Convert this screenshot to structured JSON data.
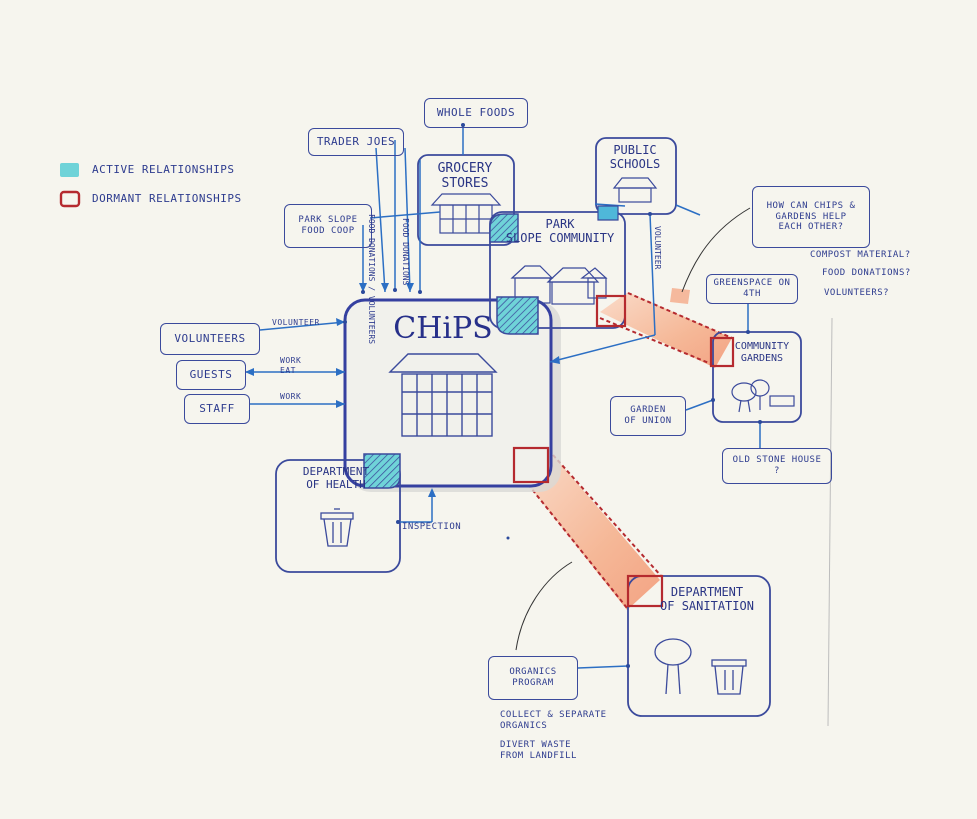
{
  "legend": {
    "active": "Active relationships",
    "dormant": "Dormant relationships",
    "active_color": "#6fd3d8",
    "dormant_color": "#b52a2f"
  },
  "nodes": {
    "chips": "CHiPS",
    "grocery": "Grocery Stores",
    "trader_joes": "Trader Joes",
    "whole_foods": "Whole Foods",
    "park_slope_food_coop": [
      "Park Slope",
      "Food Coop"
    ],
    "park_slope_community": [
      "Park",
      "Slope Community"
    ],
    "public_schools": [
      "Public",
      "Schools"
    ],
    "community_gardens": [
      "Community",
      "Gardens"
    ],
    "greenspace": [
      "Greenspace on",
      "4th"
    ],
    "garden_of_union": [
      "Garden",
      "of Union"
    ],
    "old_stone_house": [
      "Old Stone House",
      "?"
    ],
    "volunteers": "Volunteers",
    "guests": "Guests",
    "staff": "Staff",
    "department_of_health": [
      "Department",
      "of Health"
    ],
    "department_of_sanitation": [
      "Department",
      "of Sanitation"
    ],
    "organics_program": [
      "Organics",
      "Program"
    ]
  },
  "edges": {
    "volunteer": "Volunteer",
    "work_eat": [
      "Work",
      "eat"
    ],
    "work": "Work",
    "inspection": "Inspection",
    "volunteer_vertical": "Volunteer",
    "food_donations": "Food Donations",
    "food_donations_volunteers": "Food Donations / Volunteers"
  },
  "notes": {
    "question": [
      "How can CHiPS &",
      "Gardens help",
      "each other?"
    ],
    "compost": "Compost material?",
    "food_donations": "Food Donations?",
    "volunteers": "Volunteers?",
    "collect": [
      "Collect & separate",
      "organics"
    ],
    "divert": [
      "Divert waste",
      "from landfill"
    ]
  },
  "colors": {
    "ink": "#2e3c8f",
    "blue_line": "#2c6fc4",
    "paper": "#f6f5ee",
    "orange": "#f4a27a"
  }
}
